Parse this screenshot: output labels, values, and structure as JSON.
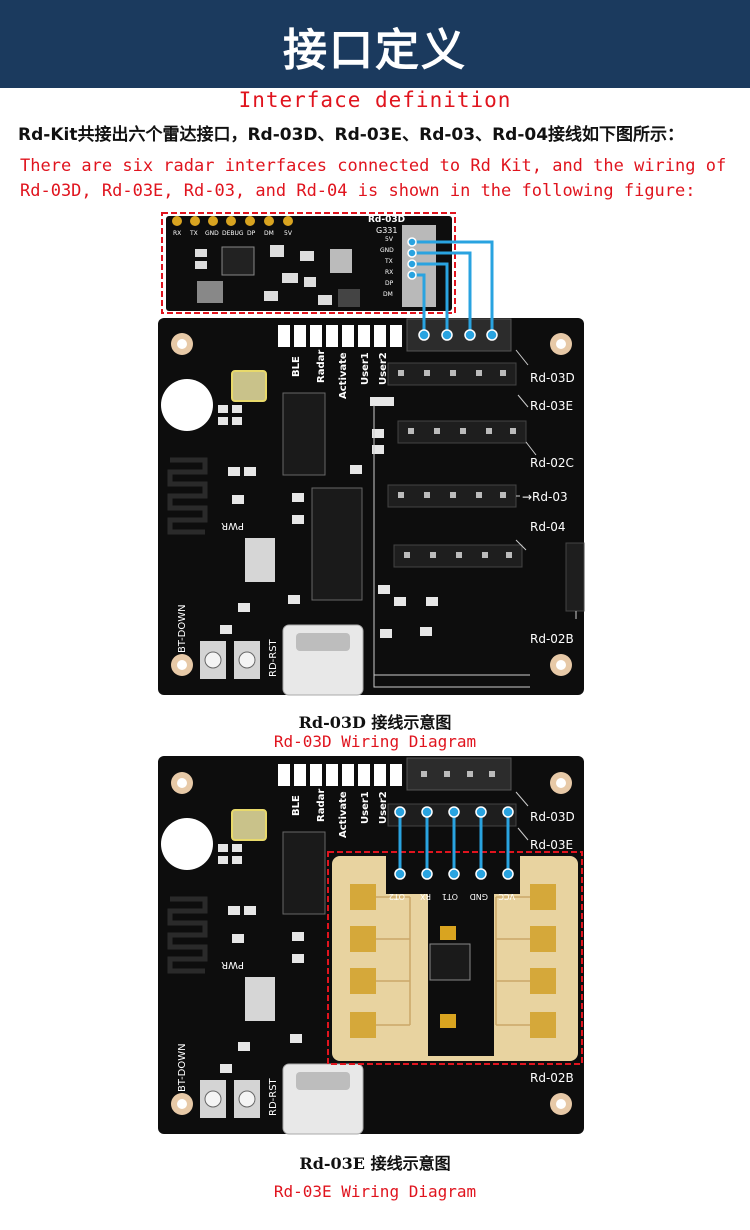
{
  "header": {
    "title": "接口定义"
  },
  "intro": {
    "heading_en": "Interface definition",
    "line_cn": "Rd-Kit共接出六个雷达接口，Rd-03D、Rd-03E、Rd-03、Rd-04接线如下图所示：",
    "line_en_1": "There are six radar interfaces connected to Rd Kit, and the wiring of",
    "line_en_2": "Rd-03D, Rd-03E, Rd-03, and Rd-04 is shown in the following figure:"
  },
  "module_03d": {
    "name": "Rd-03D",
    "code": "G331",
    "top_pins": [
      "RX",
      "TX",
      "GND",
      "DEBUG",
      "DP",
      "DM",
      "5V"
    ],
    "side_pins": [
      "5V",
      "GND",
      "TX",
      "RX",
      "DP",
      "DM"
    ]
  },
  "board": {
    "switch_labels": [
      "BLE",
      "Radar",
      "Activate",
      "User1",
      "User2"
    ],
    "port_labels": [
      "Rd-03D",
      "Rd-03E",
      "Rd-02C",
      "Rd-03",
      "Rd-04",
      "Rd-02B"
    ],
    "arrow_label": "→Rd-03",
    "pwr": "PWR",
    "bt_down": "BT-DOWN",
    "rd_rst": "RD-RST"
  },
  "figure1": {
    "caption_cn": "Rd-03D 接线示意图",
    "caption_en": "Rd-03D Wiring Diagram"
  },
  "module_03e": {
    "pins": [
      "OT2",
      "RX",
      "OT1",
      "GND",
      "VCC"
    ]
  },
  "figure2": {
    "caption_cn": "Rd-03E 接线示意图",
    "caption_en": "Rd-03E Wiring Diagram"
  },
  "colors": {
    "banner": "#1b3a5e",
    "accent_red": "#e0141e",
    "wire_blue": "#29a3e0",
    "pcb": "#0d0d0d",
    "antenna_gold": "#e8d3a0"
  }
}
